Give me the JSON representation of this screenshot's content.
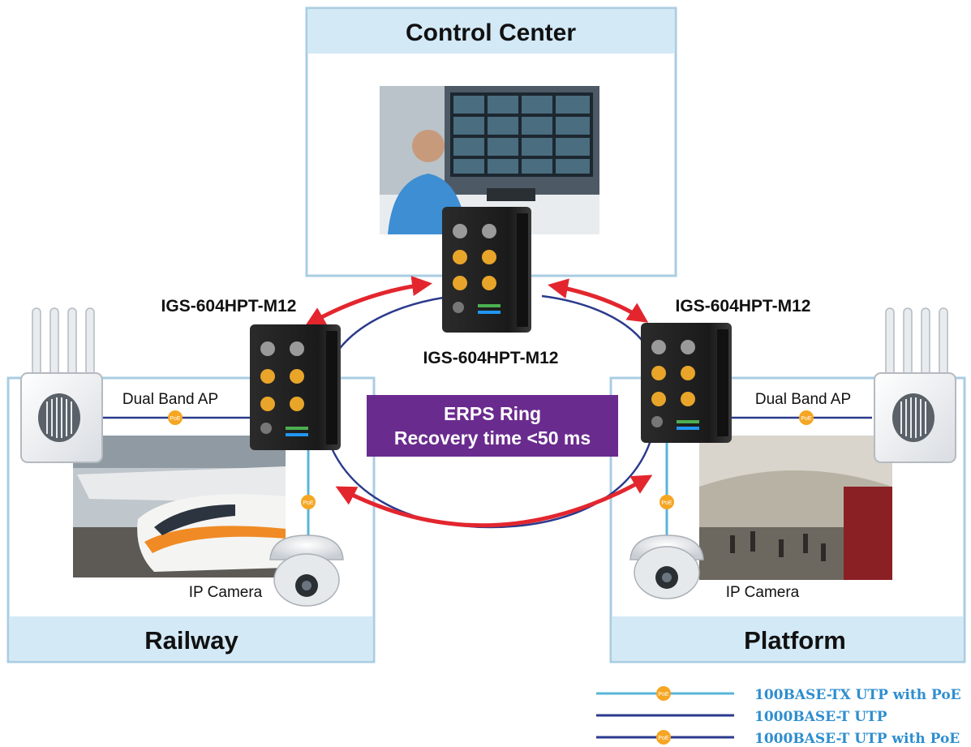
{
  "zones": {
    "control_center": {
      "title": "Control Center"
    },
    "railway": {
      "title": "Railway"
    },
    "platform": {
      "title": "Platform"
    }
  },
  "switches": {
    "left": {
      "label": "IGS-604HPT-M12"
    },
    "right": {
      "label": "IGS-604HPT-M12"
    },
    "center": {
      "label": "IGS-604HPT-M12"
    }
  },
  "ring": {
    "line1": "ERPS Ring",
    "line2": "Recovery time <50 ms"
  },
  "devices": {
    "left_ap": "Dual Band AP",
    "right_ap": "Dual Band AP",
    "left_camera": "IP Camera",
    "right_camera": "IP Camera",
    "poe_badge": "PoE"
  },
  "legend": [
    {
      "label": "100BASE-TX UTP with PoE",
      "color": "#5ab4d8",
      "poe": true
    },
    {
      "label": "1000BASE-T UTP",
      "color": "#2a3a8c",
      "poe": false
    },
    {
      "label": "1000BASE-T UTP with PoE",
      "color": "#2a3a8c",
      "poe": true
    }
  ],
  "colors": {
    "panel_border": "#a9cde3",
    "panel_header": "#d3e9f6",
    "ring_red": "#e3262e",
    "ring_blue": "#2a3a8c",
    "ring_box": "#6a2b8e",
    "poe_orange": "#f5a623",
    "legend_text": "#2f8ecf"
  }
}
